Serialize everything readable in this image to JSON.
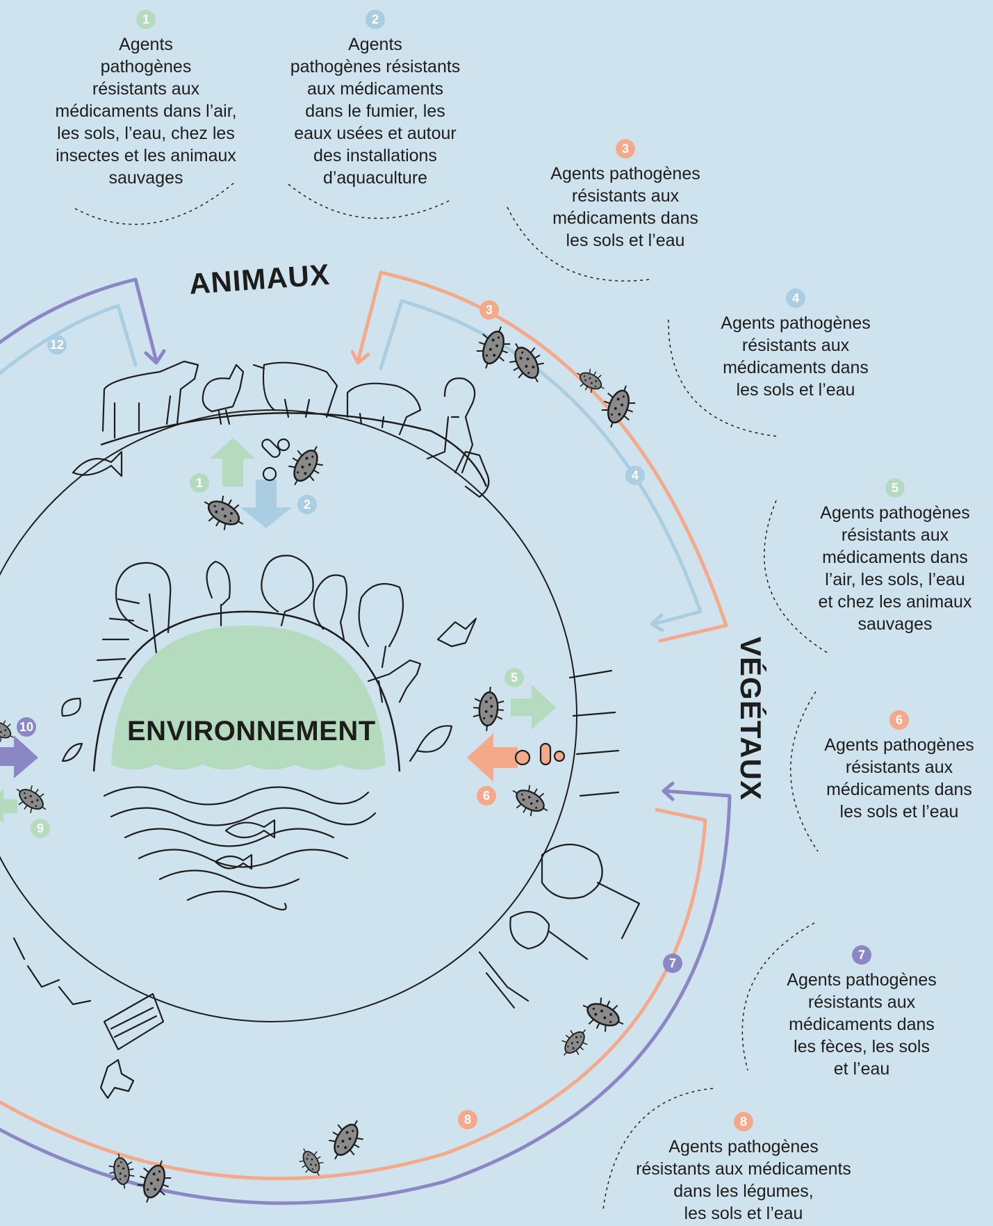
{
  "colors": {
    "background": "#cfe3ee",
    "green": "#b5dbbe",
    "blue": "#a9cde1",
    "orange": "#f4a98a",
    "purple": "#8b87c4",
    "environment_fill": "#b5dbbe"
  },
  "headings": {
    "animaux": "ANIMAUX",
    "vegetaux": "VÉGÉTAUX",
    "environnement": "ENVIRONNEMENT"
  },
  "labels": [
    {
      "id": "1",
      "color": "green",
      "text": "Agents\npathogènes\nrésistants aux\nmédicaments dans l’air,\nles sols, l’eau, chez les\ninsectes et les animaux\nsauvages"
    },
    {
      "id": "2",
      "color": "blue",
      "text": "Agents\npathogènes résistants\naux médicaments\ndans le fumier, les\neaux usées et autour\ndes installations\nd’aquaculture"
    },
    {
      "id": "3",
      "color": "orange",
      "text": "Agents pathogènes\nrésistants aux\nmédicaments dans\nles sols et l’eau"
    },
    {
      "id": "4",
      "color": "blue",
      "text": "Agents pathogènes\nrésistants aux\nmédicaments dans\nles sols et l’eau"
    },
    {
      "id": "5",
      "color": "green",
      "text": "Agents pathogènes\nrésistants aux\nmédicaments dans\nl’air, les sols, l’eau\net chez les animaux\nsauvages"
    },
    {
      "id": "6",
      "color": "orange",
      "text": "Agents pathogènes\nrésistants aux\nmédicaments dans\nles sols et l’eau"
    },
    {
      "id": "7",
      "color": "purple",
      "text": "Agents pathogènes\nrésistants aux\nmédicaments dans\nles fèces, les sols\net l’eau"
    },
    {
      "id": "8",
      "color": "orange",
      "text": "Agents pathogènes\nrésistants aux médicaments\ndans les légumes,\nles sols et l’eau"
    }
  ],
  "diagram_markers": [
    "1",
    "2",
    "3",
    "4",
    "5",
    "6",
    "7",
    "8",
    "9",
    "10",
    "12"
  ]
}
